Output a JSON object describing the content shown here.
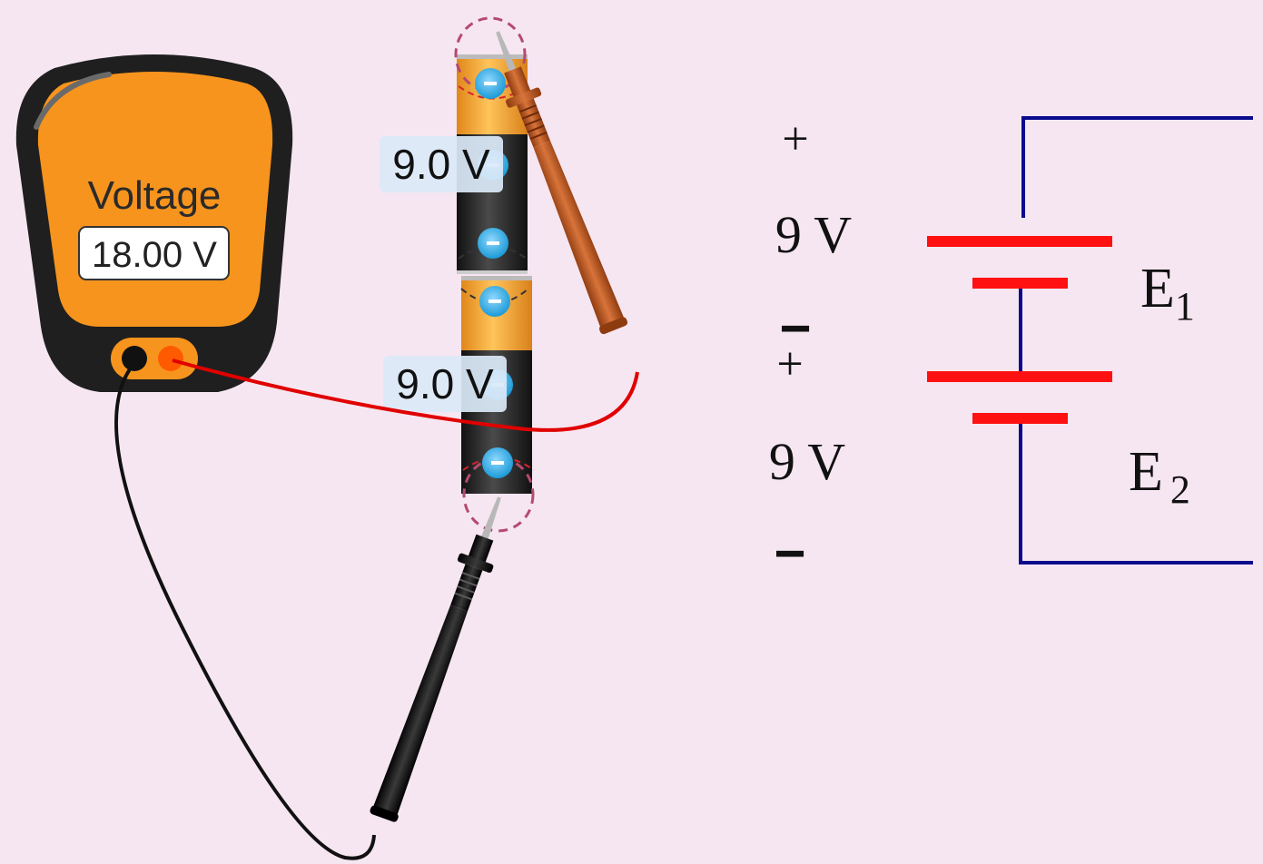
{
  "meter": {
    "title": "Voltage",
    "reading": "18.00 V"
  },
  "batteries": [
    {
      "label": "9.0 V"
    },
    {
      "label": "9.0 V"
    }
  ],
  "schematic": {
    "top_battery": {
      "plus": "+",
      "voltage": "9 V",
      "minus": "−",
      "name": "E",
      "subscript": "1"
    },
    "bottom_battery": {
      "plus": "+",
      "voltage": "9 V",
      "minus": "−",
      "name": "E",
      "subscript": "2"
    }
  },
  "colors": {
    "background": "#f6e6f1",
    "meter_body": "#f7941d",
    "meter_frame": "#1f1f1f",
    "red_probe": "#c05a1e",
    "black_probe": "#1a1a1a",
    "red_wire": "#e00000",
    "circuit_wire": "#0a0a8c",
    "battery_plate": "#ff1111",
    "terminal_blue": "#29a9e0"
  }
}
